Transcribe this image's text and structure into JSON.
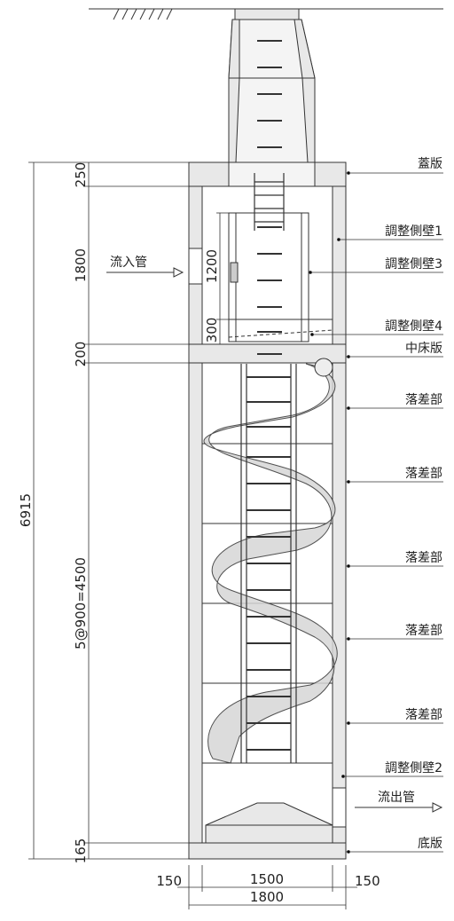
{
  "labels": {
    "cover_slab": "蓋版",
    "adj_wall_1": "調整側壁1",
    "adj_wall_3": "調整側壁3",
    "adj_wall_4": "調整側壁4",
    "mid_slab": "中床版",
    "drop_1": "落差部",
    "drop_2": "落差部",
    "drop_3": "落差部",
    "drop_4": "落差部",
    "drop_5": "落差部",
    "adj_wall_2": "調整側壁2",
    "outflow": "流出管",
    "inflow": "流入管",
    "bottom_slab": "底版"
  },
  "dims": {
    "d250": "250",
    "d1800": "1800",
    "d200": "200",
    "d165": "165",
    "total": "6915",
    "drops": "5@900=4500",
    "d1200": "1200",
    "d300": "300",
    "w150_left": "150",
    "w1500": "1500",
    "w150_right": "150",
    "w1800": "1800"
  },
  "colors": {
    "line": "#333333",
    "concrete": "#e8e8e8",
    "chute": "#d6d6d6"
  }
}
